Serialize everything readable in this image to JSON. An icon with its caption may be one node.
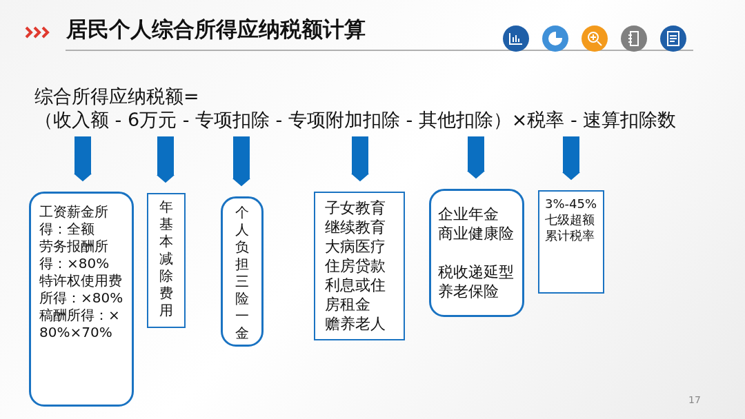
{
  "diagram": {
    "title": "居民个人综合所得应纳税额计算",
    "nodes": [
      {
        "text": [
          "（收入额 - 6万元 - 专项扣除 - 专项附加扣除 - 其他扣除）×税率 - 速算扣除数"
        ]
      },
      {
        "text": [
          "工资薪金所得：全额",
          "劳务报酬所得：×80%",
          "特许权使用费所得：×80%",
          "稿酬所得：×80%×70%"
        ]
      },
      {
        "text": [
          "年基本减除费用"
        ]
      },
      {
        "text": [
          "个人负担三险一金"
        ]
      },
      {
        "text": [
          "子女教育",
          "继续教育",
          "大病医疗",
          "住房贷款利息或住房租金",
          "赡养老人"
        ]
      },
      {
        "text": [
          "企业年金",
          "商业健康险",
          "税收递延型养老保险"
        ]
      },
      {
        "text": [
          "3%-45%七级超额累计税率"
        ]
      }
    ],
    "edges": [
      {
        "from": 0,
        "to": 1,
        "arrow": "to"
      },
      {
        "from": 0,
        "to": 2,
        "arrow": "to"
      },
      {
        "from": 0,
        "to": 3,
        "arrow": "to"
      },
      {
        "from": 0,
        "to": 4,
        "arrow": "to"
      },
      {
        "from": 0,
        "to": 5,
        "arrow": "to"
      },
      {
        "from": 0,
        "to": 6,
        "arrow": "to"
      }
    ],
    "labels": [
      "综合所得应纳税额=",
      "17"
    ]
  }
}
